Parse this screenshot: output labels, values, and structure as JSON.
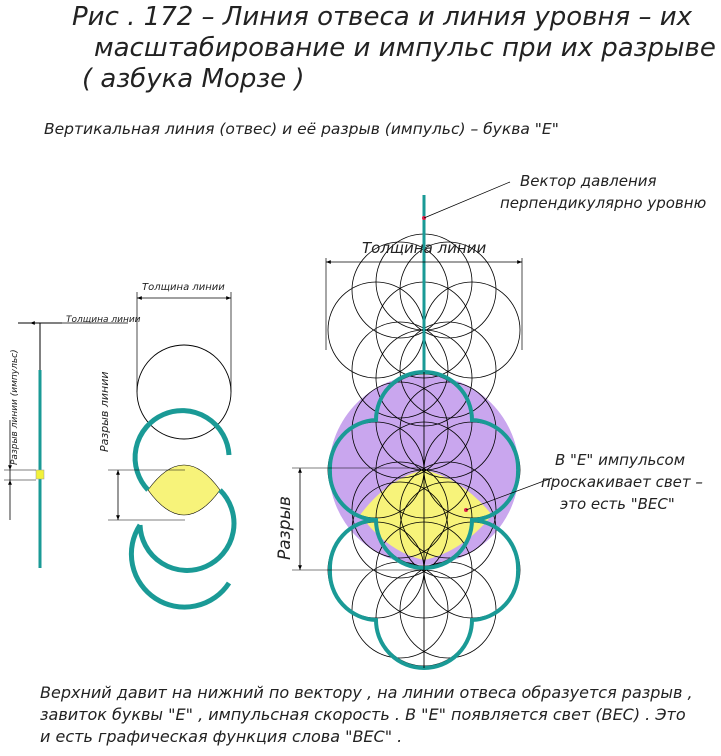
{
  "title": {
    "line1": "Рис . 172 – Линия отвеса и линия уровня – их",
    "line2": "масштабирование и импульс при их разрыве",
    "line3": "( азбука Морзе )"
  },
  "caption": "Вертикальная линия (отвес) и её разрыв (импульс) – буква \"Е\"",
  "labels": {
    "pressure_vector_1": "Вектор давления",
    "pressure_vector_2": "перпендикулярно уровню",
    "line_thickness_big": "Толщина линии",
    "line_thickness_mid": "Толщина линии",
    "line_thickness_small": "Толщина линии",
    "line_break_impulse": "Разрыв линии (импульс)",
    "line_break": "Разрыв линии",
    "break": "Разрыв",
    "light_1": "В \"Е\" импульсом",
    "light_2": "проскакивает свет –",
    "light_3": "это есть \"ВЕС\""
  },
  "footer": {
    "line1": "Верхний давит на нижний по вектору , на линии отвеса образуется разрыв ,",
    "line2": "завиток буквы \"Е\" , импульсная скорость . В \"Е\" появляется свет (ВЕС) . Это",
    "line3": "и есть графическая функция слова \"ВЕС\" ."
  },
  "colors": {
    "teal": "#1a9a96",
    "yellow": "#f7f37a",
    "violet": "#c9a6ee",
    "line": "#000000",
    "red_dot": "#e0204a",
    "marker": "#f2f23a"
  }
}
